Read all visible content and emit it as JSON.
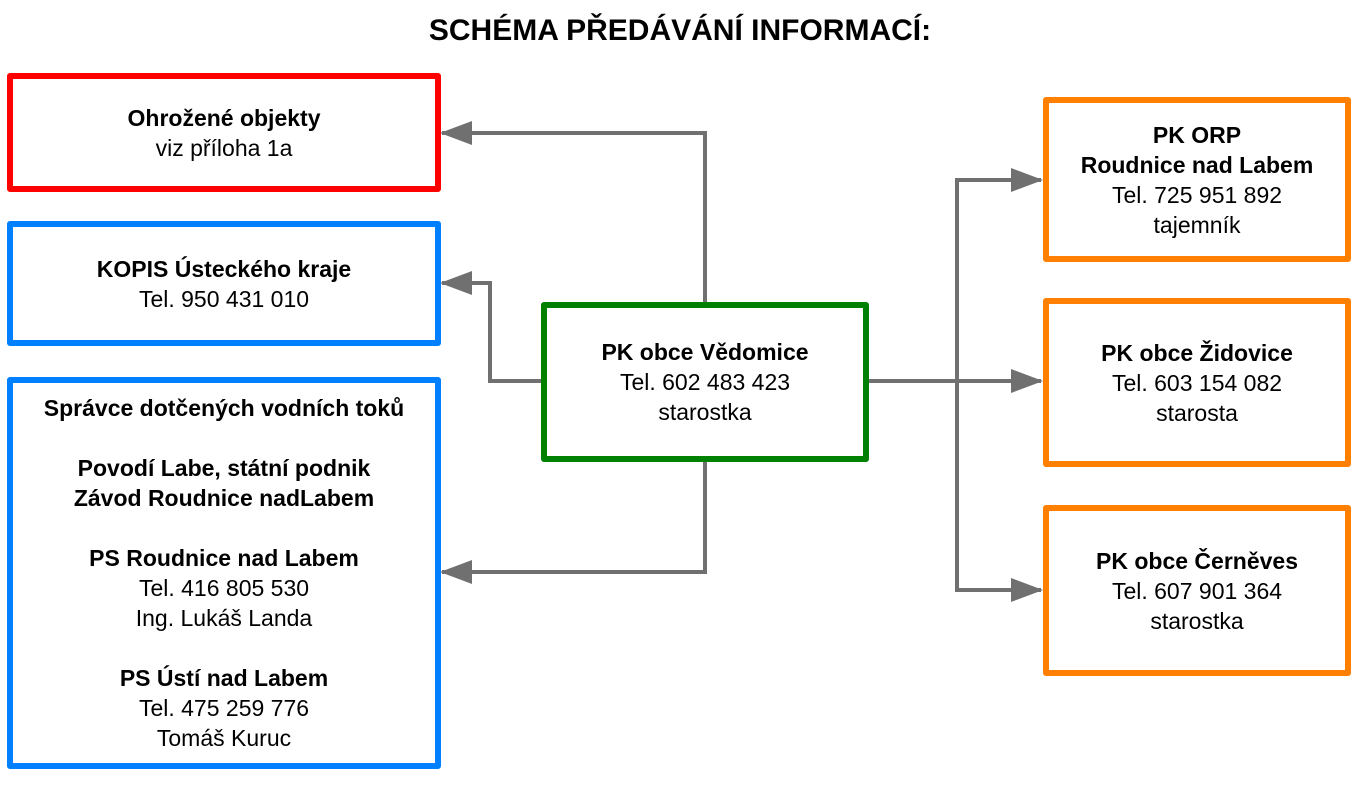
{
  "title": "SCHÉMA PŘEDÁVÁNÍ INFORMACÍ:",
  "colors": {
    "red": "#ff0000",
    "blue": "#0080ff",
    "green": "#008000",
    "orange": "#ff8000",
    "arrow": "#707070"
  },
  "center": {
    "name": "PK obce Vědomice",
    "tel": "Tel. 602 483 423",
    "role": "starostka"
  },
  "left": {
    "threatened": {
      "name": "Ohrožené objekty",
      "note": "viz příloha 1a"
    },
    "kopis": {
      "name": "KOPIS Ústeckého kraje",
      "tel": "Tel. 950 431 010"
    },
    "water": {
      "heading": "Správce dotčených vodních toků",
      "org1": "Povodí Labe, státní podnik",
      "org2": "Závod Roudnice nadLabem",
      "ps1": {
        "name": "PS Roudnice nad Labem",
        "tel": "Tel. 416 805 530",
        "person": "Ing. Lukáš Landa"
      },
      "ps2": {
        "name": "PS Ústí nad Labem",
        "tel": "Tel. 475 259 776",
        "person": "Tomáš Kuruc"
      }
    }
  },
  "right": {
    "orp": {
      "name1": "PK ORP",
      "name2": "Roudnice nad Labem",
      "tel": "Tel. 725 951 892",
      "role": "tajemník"
    },
    "zidovice": {
      "name": "PK obce Židovice",
      "tel": "Tel. 603 154 082",
      "role": "starosta"
    },
    "cerneves": {
      "name": "PK obce Černěves",
      "tel": "Tel. 607 901 364",
      "role": "starostka"
    }
  }
}
